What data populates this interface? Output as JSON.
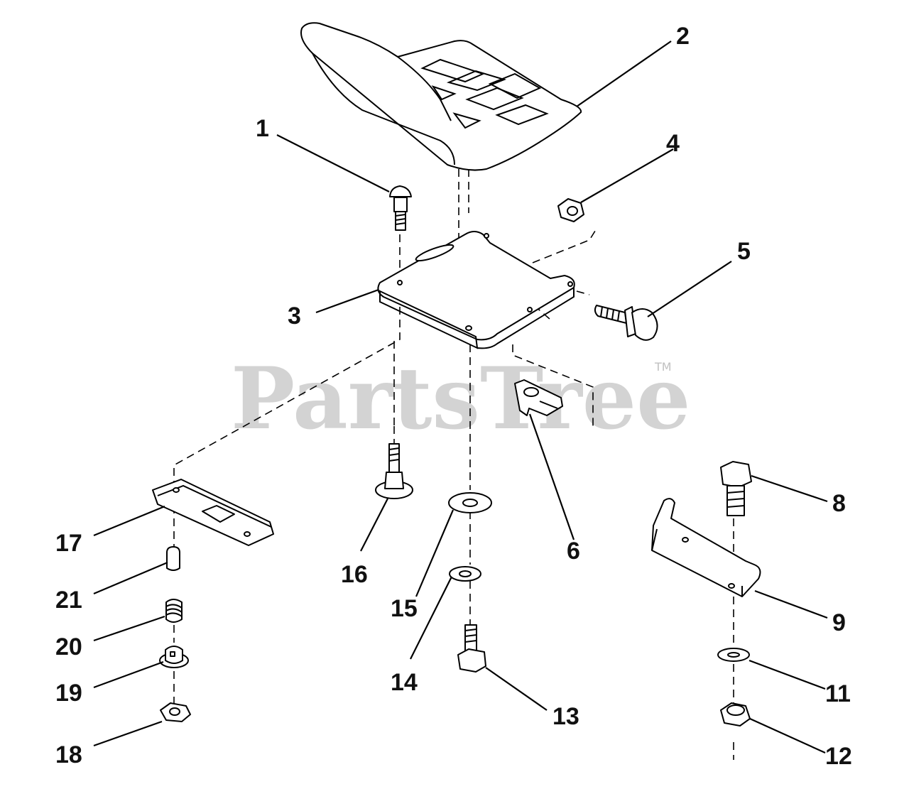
{
  "watermark": {
    "text": "PartsTree",
    "trademark": "TM"
  },
  "callouts": {
    "c1": "1",
    "c2": "2",
    "c3": "3",
    "c4": "4",
    "c5": "5",
    "c6": "6",
    "c7": "13",
    "c8": "8",
    "c9": "9",
    "c11": "11",
    "c12": "12",
    "c14": "14",
    "c15": "15",
    "c16": "16",
    "c17": "17",
    "c18": "18",
    "c19": "19",
    "c20": "20",
    "c21": "21"
  }
}
